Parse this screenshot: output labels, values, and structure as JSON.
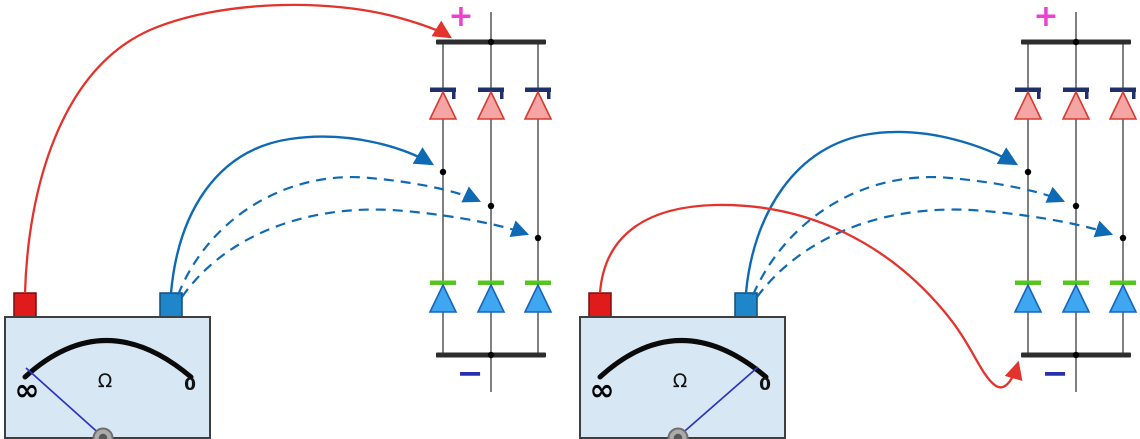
{
  "panels": {
    "left": {
      "bridge": {
        "positive_label": "+",
        "negative_label": "−",
        "top_diode_count": 3,
        "bottom_diode_count": 3
      },
      "meter": {
        "infinity_label": "∞",
        "ohm_label": "Ω",
        "zero_label": "0",
        "needle_reading": "∞"
      },
      "probes": {
        "red_probe_target": "positive-bus-bar",
        "blue_probe_target": "ac-midpoint-terminals",
        "blue_alternate_positions": 2
      }
    },
    "right": {
      "bridge": {
        "positive_label": "+",
        "negative_label": "−",
        "top_diode_count": 3,
        "bottom_diode_count": 3
      },
      "meter": {
        "infinity_label": "∞",
        "ohm_label": "Ω",
        "zero_label": "0",
        "needle_reading": "0"
      },
      "probes": {
        "red_probe_target": "negative-bus-bar",
        "blue_probe_target": "ac-midpoint-terminals",
        "blue_alternate_positions": 2
      }
    }
  },
  "colors": {
    "probe_red": "#e3332c",
    "probe_blue": "#0f6ab4",
    "meter_face": "#d7e7f4",
    "meter_arc": "#0a0a0a",
    "needle_blue": "#2a35c0",
    "terminal_red": "#e01b1b",
    "terminal_blue": "#1f86c9",
    "diode_top_fill": "#f6a5a5",
    "diode_top_stroke": "#d83a2e",
    "diode_top_cathode": "#20306b",
    "diode_bottom_fill": "#3fa7f0",
    "diode_bottom_stroke": "#1565c0",
    "diode_bottom_cathode": "#57c41f",
    "bus_bar": "#2d2d2d",
    "plus_label": "#ec3fd3",
    "minus_label": "#2a2fae"
  },
  "icons": {
    "diode_top": "triangle-up-with-navy-cathode-bar",
    "diode_bottom": "triangle-up-with-green-cathode-bar",
    "probe_arrow": "filled-arrowhead",
    "terminal": "square-post"
  }
}
